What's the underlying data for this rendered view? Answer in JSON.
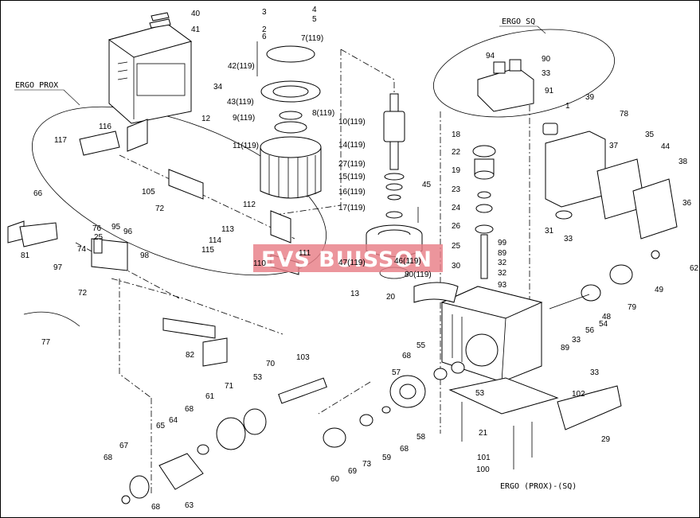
{
  "watermark": {
    "text": "EVS BUISSON"
  },
  "section_labels": {
    "ergo_prox": "ERGO PROX",
    "ergo_sq": "ERGO SQ",
    "footer": "ERGO  (PROX)-(SQ)"
  },
  "callouts": [
    {
      "id": "40",
      "text": "40"
    },
    {
      "id": "41",
      "text": "41"
    },
    {
      "id": "34",
      "text": "34"
    },
    {
      "id": "12",
      "text": "12"
    },
    {
      "id": "3",
      "text": "3"
    },
    {
      "id": "4",
      "text": "4"
    },
    {
      "id": "5",
      "text": "5"
    },
    {
      "id": "2",
      "text": "2"
    },
    {
      "id": "6",
      "text": "6"
    },
    {
      "id": "7_119",
      "text": "7(119)"
    },
    {
      "id": "42_119",
      "text": "42(119)"
    },
    {
      "id": "43_119",
      "text": "43(119)"
    },
    {
      "id": "8_119",
      "text": "8(119)"
    },
    {
      "id": "9_119",
      "text": "9(119)"
    },
    {
      "id": "11_119",
      "text": "11(119)"
    },
    {
      "id": "10_119",
      "text": "10(119)"
    },
    {
      "id": "14_119",
      "text": "14(119)"
    },
    {
      "id": "27_119",
      "text": "27(119)"
    },
    {
      "id": "15_119",
      "text": "15(119)"
    },
    {
      "id": "16_119",
      "text": "16(119)"
    },
    {
      "id": "17_119",
      "text": "17(119)"
    },
    {
      "id": "45",
      "text": "45"
    },
    {
      "id": "47_119",
      "text": "47(119)"
    },
    {
      "id": "46_119",
      "text": "46(119)"
    },
    {
      "id": "80_119",
      "text": "80(119)"
    },
    {
      "id": "13",
      "text": "13"
    },
    {
      "id": "20",
      "text": "20"
    },
    {
      "id": "116",
      "text": "116"
    },
    {
      "id": "117",
      "text": "117"
    },
    {
      "id": "105",
      "text": "105"
    },
    {
      "id": "72a",
      "text": "72"
    },
    {
      "id": "112",
      "text": "112"
    },
    {
      "id": "113",
      "text": "113"
    },
    {
      "id": "114",
      "text": "114"
    },
    {
      "id": "115",
      "text": "115"
    },
    {
      "id": "111",
      "text": "111"
    },
    {
      "id": "110",
      "text": "110"
    },
    {
      "id": "66",
      "text": "66"
    },
    {
      "id": "81",
      "text": "81"
    },
    {
      "id": "76",
      "text": "76"
    },
    {
      "id": "25a",
      "text": "25"
    },
    {
      "id": "95",
      "text": "95"
    },
    {
      "id": "96",
      "text": "96"
    },
    {
      "id": "74",
      "text": "74"
    },
    {
      "id": "98",
      "text": "98"
    },
    {
      "id": "97",
      "text": "97"
    },
    {
      "id": "72b",
      "text": "72"
    },
    {
      "id": "77",
      "text": "77"
    },
    {
      "id": "82",
      "text": "82"
    },
    {
      "id": "94",
      "text": "94"
    },
    {
      "id": "90",
      "text": "90"
    },
    {
      "id": "33a",
      "text": "33"
    },
    {
      "id": "91",
      "text": "91"
    },
    {
      "id": "1",
      "text": "1"
    },
    {
      "id": "39",
      "text": "39"
    },
    {
      "id": "78",
      "text": "78"
    },
    {
      "id": "35",
      "text": "35"
    },
    {
      "id": "37",
      "text": "37"
    },
    {
      "id": "44",
      "text": "44"
    },
    {
      "id": "38",
      "text": "38"
    },
    {
      "id": "36",
      "text": "36"
    },
    {
      "id": "31",
      "text": "31"
    },
    {
      "id": "33b",
      "text": "33"
    },
    {
      "id": "18",
      "text": "18"
    },
    {
      "id": "22",
      "text": "22"
    },
    {
      "id": "19",
      "text": "19"
    },
    {
      "id": "23",
      "text": "23"
    },
    {
      "id": "24",
      "text": "24"
    },
    {
      "id": "26",
      "text": "26"
    },
    {
      "id": "25b",
      "text": "25"
    },
    {
      "id": "30",
      "text": "30"
    },
    {
      "id": "99",
      "text": "99"
    },
    {
      "id": "89a",
      "text": "89"
    },
    {
      "id": "32a",
      "text": "32"
    },
    {
      "id": "32b",
      "text": "32"
    },
    {
      "id": "93",
      "text": "93"
    },
    {
      "id": "62",
      "text": "62"
    },
    {
      "id": "49",
      "text": "49"
    },
    {
      "id": "79",
      "text": "79"
    },
    {
      "id": "48",
      "text": "48"
    },
    {
      "id": "54",
      "text": "54"
    },
    {
      "id": "56",
      "text": "56"
    },
    {
      "id": "33c",
      "text": "33"
    },
    {
      "id": "89b",
      "text": "89"
    },
    {
      "id": "68a",
      "text": "68"
    },
    {
      "id": "55",
      "text": "55"
    },
    {
      "id": "53a",
      "text": "53"
    },
    {
      "id": "57",
      "text": "57"
    },
    {
      "id": "102",
      "text": "102"
    },
    {
      "id": "33d",
      "text": "33"
    },
    {
      "id": "21",
      "text": "21"
    },
    {
      "id": "29",
      "text": "29"
    },
    {
      "id": "58",
      "text": "58"
    },
    {
      "id": "68b",
      "text": "68"
    },
    {
      "id": "59",
      "text": "59"
    },
    {
      "id": "73",
      "text": "73"
    },
    {
      "id": "69",
      "text": "69"
    },
    {
      "id": "60",
      "text": "60"
    },
    {
      "id": "101",
      "text": "101"
    },
    {
      "id": "100",
      "text": "100"
    },
    {
      "id": "70",
      "text": "70"
    },
    {
      "id": "103",
      "text": "103"
    },
    {
      "id": "53b",
      "text": "53"
    },
    {
      "id": "71",
      "text": "71"
    },
    {
      "id": "61",
      "text": "61"
    },
    {
      "id": "68c",
      "text": "68"
    },
    {
      "id": "64",
      "text": "64"
    },
    {
      "id": "65",
      "text": "65"
    },
    {
      "id": "67",
      "text": "67"
    },
    {
      "id": "68d",
      "text": "68"
    },
    {
      "id": "68e",
      "text": "68"
    },
    {
      "id": "63",
      "text": "63"
    }
  ]
}
